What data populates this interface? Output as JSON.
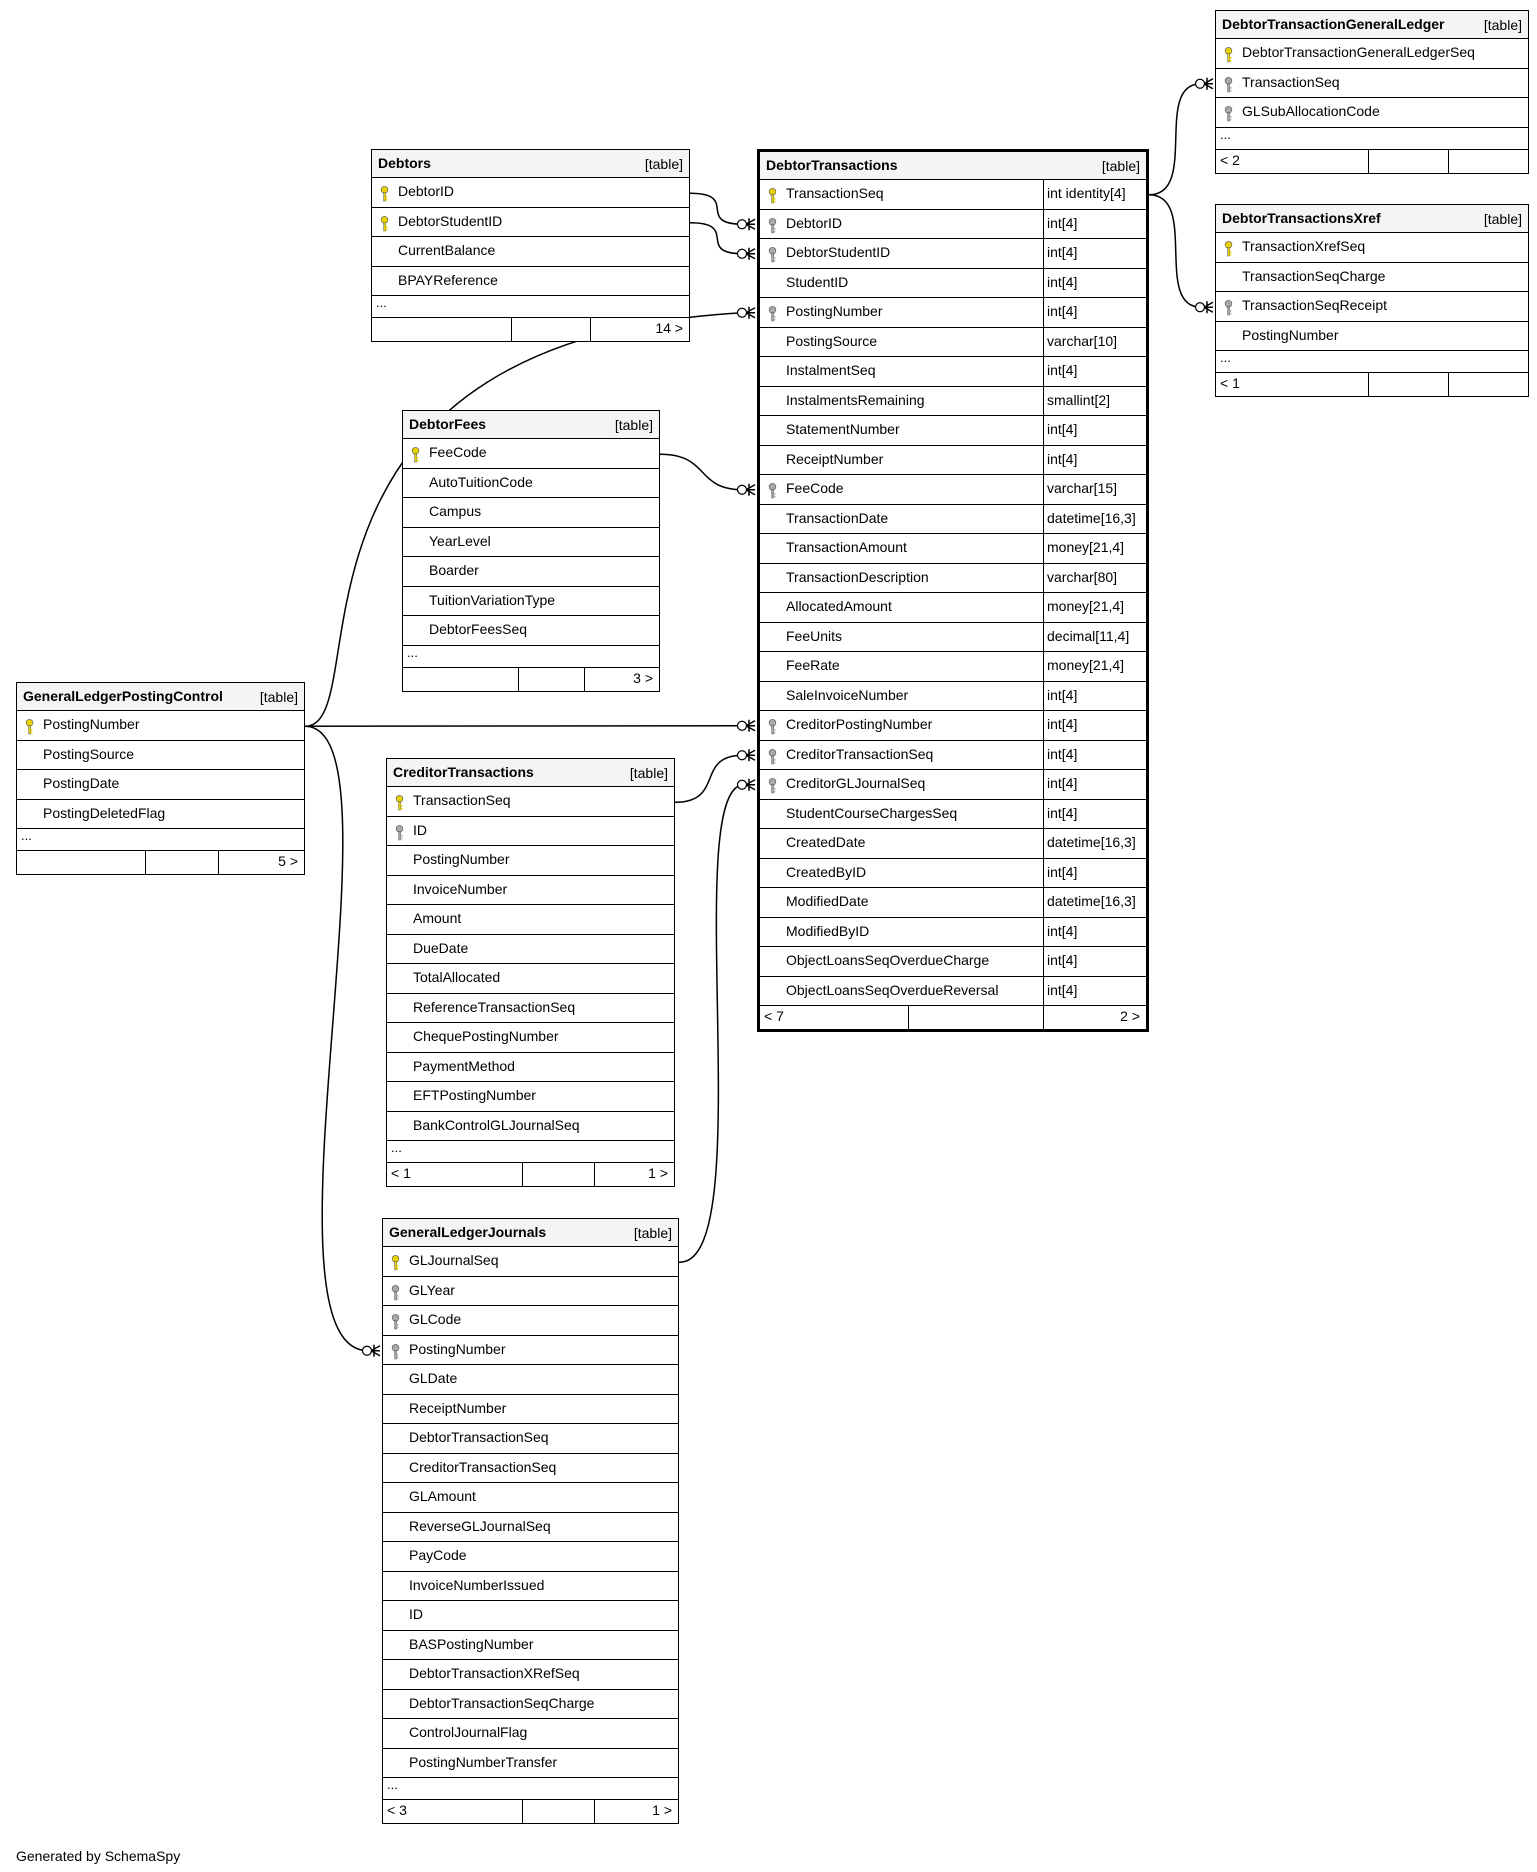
{
  "tables": [
    {
      "id": "dtgl",
      "name": "DebtorTransactionGeneralLedger",
      "kind": "[table]",
      "columns": [
        {
          "name": "DebtorTransactionGeneralLedgerSeq",
          "key": "pk"
        },
        {
          "name": "TransactionSeq",
          "key": "fk"
        },
        {
          "name": "GLSubAllocationCode",
          "key": "fk"
        }
      ],
      "more": "...",
      "footer": [
        "< 2",
        "",
        ""
      ]
    },
    {
      "id": "dtx",
      "name": "DebtorTransactionsXref",
      "kind": "[table]",
      "columns": [
        {
          "name": "TransactionXrefSeq",
          "key": "pk"
        },
        {
          "name": "TransactionSeqCharge",
          "key": ""
        },
        {
          "name": "TransactionSeqReceipt",
          "key": "fk"
        },
        {
          "name": "PostingNumber",
          "key": ""
        }
      ],
      "more": "...",
      "footer": [
        "< 1",
        "",
        ""
      ]
    },
    {
      "id": "debtors",
      "name": "Debtors",
      "kind": "[table]",
      "columns": [
        {
          "name": "DebtorID",
          "key": "pk"
        },
        {
          "name": "DebtorStudentID",
          "key": "pk"
        },
        {
          "name": "CurrentBalance",
          "key": ""
        },
        {
          "name": "BPAYReference",
          "key": ""
        }
      ],
      "more": "...",
      "footer": [
        "",
        "",
        "14 >"
      ]
    },
    {
      "id": "dt",
      "name": "DebtorTransactions",
      "kind": "[table]",
      "focus": true,
      "columns": [
        {
          "name": "TransactionSeq",
          "key": "pk",
          "type": "int identity[4]"
        },
        {
          "name": "DebtorID",
          "key": "fk",
          "type": "int[4]"
        },
        {
          "name": "DebtorStudentID",
          "key": "fk",
          "type": "int[4]"
        },
        {
          "name": "StudentID",
          "key": "",
          "type": "int[4]"
        },
        {
          "name": "PostingNumber",
          "key": "fk",
          "type": "int[4]"
        },
        {
          "name": "PostingSource",
          "key": "",
          "type": "varchar[10]"
        },
        {
          "name": "InstalmentSeq",
          "key": "",
          "type": "int[4]"
        },
        {
          "name": "InstalmentsRemaining",
          "key": "",
          "type": "smallint[2]"
        },
        {
          "name": "StatementNumber",
          "key": "",
          "type": "int[4]"
        },
        {
          "name": "ReceiptNumber",
          "key": "",
          "type": "int[4]"
        },
        {
          "name": "FeeCode",
          "key": "fk",
          "type": "varchar[15]"
        },
        {
          "name": "TransactionDate",
          "key": "",
          "type": "datetime[16,3]"
        },
        {
          "name": "TransactionAmount",
          "key": "",
          "type": "money[21,4]"
        },
        {
          "name": "TransactionDescription",
          "key": "",
          "type": "varchar[80]"
        },
        {
          "name": "AllocatedAmount",
          "key": "",
          "type": "money[21,4]"
        },
        {
          "name": "FeeUnits",
          "key": "",
          "type": "decimal[11,4]"
        },
        {
          "name": "FeeRate",
          "key": "",
          "type": "money[21,4]"
        },
        {
          "name": "SaleInvoiceNumber",
          "key": "",
          "type": "int[4]"
        },
        {
          "name": "CreditorPostingNumber",
          "key": "fk",
          "type": "int[4]"
        },
        {
          "name": "CreditorTransactionSeq",
          "key": "fk",
          "type": "int[4]"
        },
        {
          "name": "CreditorGLJournalSeq",
          "key": "fk",
          "type": "int[4]"
        },
        {
          "name": "StudentCourseChargesSeq",
          "key": "",
          "type": "int[4]"
        },
        {
          "name": "CreatedDate",
          "key": "",
          "type": "datetime[16,3]"
        },
        {
          "name": "CreatedByID",
          "key": "",
          "type": "int[4]"
        },
        {
          "name": "ModifiedDate",
          "key": "",
          "type": "datetime[16,3]"
        },
        {
          "name": "ModifiedByID",
          "key": "",
          "type": "int[4]"
        },
        {
          "name": "ObjectLoansSeqOverdueCharge",
          "key": "",
          "type": "int[4]"
        },
        {
          "name": "ObjectLoansSeqOverdueReversal",
          "key": "",
          "type": "int[4]"
        }
      ],
      "more": "",
      "footer": [
        "< 7",
        "",
        "2 >"
      ]
    },
    {
      "id": "fees",
      "name": "DebtorFees",
      "kind": "[table]",
      "columns": [
        {
          "name": "FeeCode",
          "key": "pk"
        },
        {
          "name": "AutoTuitionCode",
          "key": ""
        },
        {
          "name": "Campus",
          "key": ""
        },
        {
          "name": "YearLevel",
          "key": ""
        },
        {
          "name": "Boarder",
          "key": ""
        },
        {
          "name": "TuitionVariationType",
          "key": ""
        },
        {
          "name": "DebtorFeesSeq",
          "key": ""
        }
      ],
      "more": "...",
      "footer": [
        "",
        "",
        "3 >"
      ]
    },
    {
      "id": "glpc",
      "name": "GeneralLedgerPostingControl",
      "kind": "[table]",
      "columns": [
        {
          "name": "PostingNumber",
          "key": "pk"
        },
        {
          "name": "PostingSource",
          "key": ""
        },
        {
          "name": "PostingDate",
          "key": ""
        },
        {
          "name": "PostingDeletedFlag",
          "key": ""
        }
      ],
      "more": "...",
      "footer": [
        "",
        "",
        "5 >"
      ]
    },
    {
      "id": "ct",
      "name": "CreditorTransactions",
      "kind": "[table]",
      "columns": [
        {
          "name": "TransactionSeq",
          "key": "pk"
        },
        {
          "name": "ID",
          "key": "fk"
        },
        {
          "name": "PostingNumber",
          "key": ""
        },
        {
          "name": "InvoiceNumber",
          "key": ""
        },
        {
          "name": "Amount",
          "key": ""
        },
        {
          "name": "DueDate",
          "key": ""
        },
        {
          "name": "TotalAllocated",
          "key": ""
        },
        {
          "name": "ReferenceTransactionSeq",
          "key": ""
        },
        {
          "name": "ChequePostingNumber",
          "key": ""
        },
        {
          "name": "PaymentMethod",
          "key": ""
        },
        {
          "name": "EFTPostingNumber",
          "key": ""
        },
        {
          "name": "BankControlGLJournalSeq",
          "key": ""
        }
      ],
      "more": "...",
      "footer": [
        "< 1",
        "",
        "1 >"
      ]
    },
    {
      "id": "glj",
      "name": "GeneralLedgerJournals",
      "kind": "[table]",
      "columns": [
        {
          "name": "GLJournalSeq",
          "key": "pk"
        },
        {
          "name": "GLYear",
          "key": "fk"
        },
        {
          "name": "GLCode",
          "key": "fk"
        },
        {
          "name": "PostingNumber",
          "key": "fk"
        },
        {
          "name": "GLDate",
          "key": ""
        },
        {
          "name": "ReceiptNumber",
          "key": ""
        },
        {
          "name": "DebtorTransactionSeq",
          "key": ""
        },
        {
          "name": "CreditorTransactionSeq",
          "key": ""
        },
        {
          "name": "GLAmount",
          "key": ""
        },
        {
          "name": "ReverseGLJournalSeq",
          "key": ""
        },
        {
          "name": "PayCode",
          "key": ""
        },
        {
          "name": "InvoiceNumberIssued",
          "key": ""
        },
        {
          "name": "ID",
          "key": ""
        },
        {
          "name": "BASPostingNumber",
          "key": ""
        },
        {
          "name": "DebtorTransactionXRefSeq",
          "key": ""
        },
        {
          "name": "DebtorTransactionSeqCharge",
          "key": ""
        },
        {
          "name": "ControlJournalFlag",
          "key": ""
        },
        {
          "name": "PostingNumberTransfer",
          "key": ""
        }
      ],
      "more": "...",
      "footer": [
        "< 3",
        "",
        "1 >"
      ]
    }
  ],
  "relationships": [
    {
      "from": "Debtors.DebtorID",
      "to": "DebtorTransactions.DebtorID"
    },
    {
      "from": "Debtors.DebtorStudentID",
      "to": "DebtorTransactions.DebtorStudentID"
    },
    {
      "from": "GeneralLedgerPostingControl.PostingNumber",
      "to": "DebtorTransactions.PostingNumber"
    },
    {
      "from": "DebtorFees.FeeCode",
      "to": "DebtorTransactions.FeeCode"
    },
    {
      "from": "GeneralLedgerPostingControl.PostingNumber",
      "to": "DebtorTransactions.CreditorPostingNumber"
    },
    {
      "from": "CreditorTransactions.TransactionSeq",
      "to": "DebtorTransactions.CreditorTransactionSeq"
    },
    {
      "from": "GeneralLedgerJournals.GLJournalSeq",
      "to": "DebtorTransactions.CreditorGLJournalSeq"
    },
    {
      "from": "GeneralLedgerPostingControl.PostingNumber",
      "to": "GeneralLedgerJournals.PostingNumber"
    },
    {
      "from": "DebtorTransactions.TransactionSeq",
      "to": "DebtorTransactionGeneralLedger.TransactionSeq"
    },
    {
      "from": "DebtorTransactions.TransactionSeq",
      "to": "DebtorTransactionsXref.TransactionSeqReceipt"
    }
  ],
  "colors": {
    "primary_key": "#e6d200",
    "foreign_key": "#a8a8a8",
    "header_bg": "#f4f4f4"
  },
  "icons": {
    "primary_key": "key-icon",
    "foreign_key": "key-icon"
  },
  "credit": "Generated by SchemaSpy"
}
